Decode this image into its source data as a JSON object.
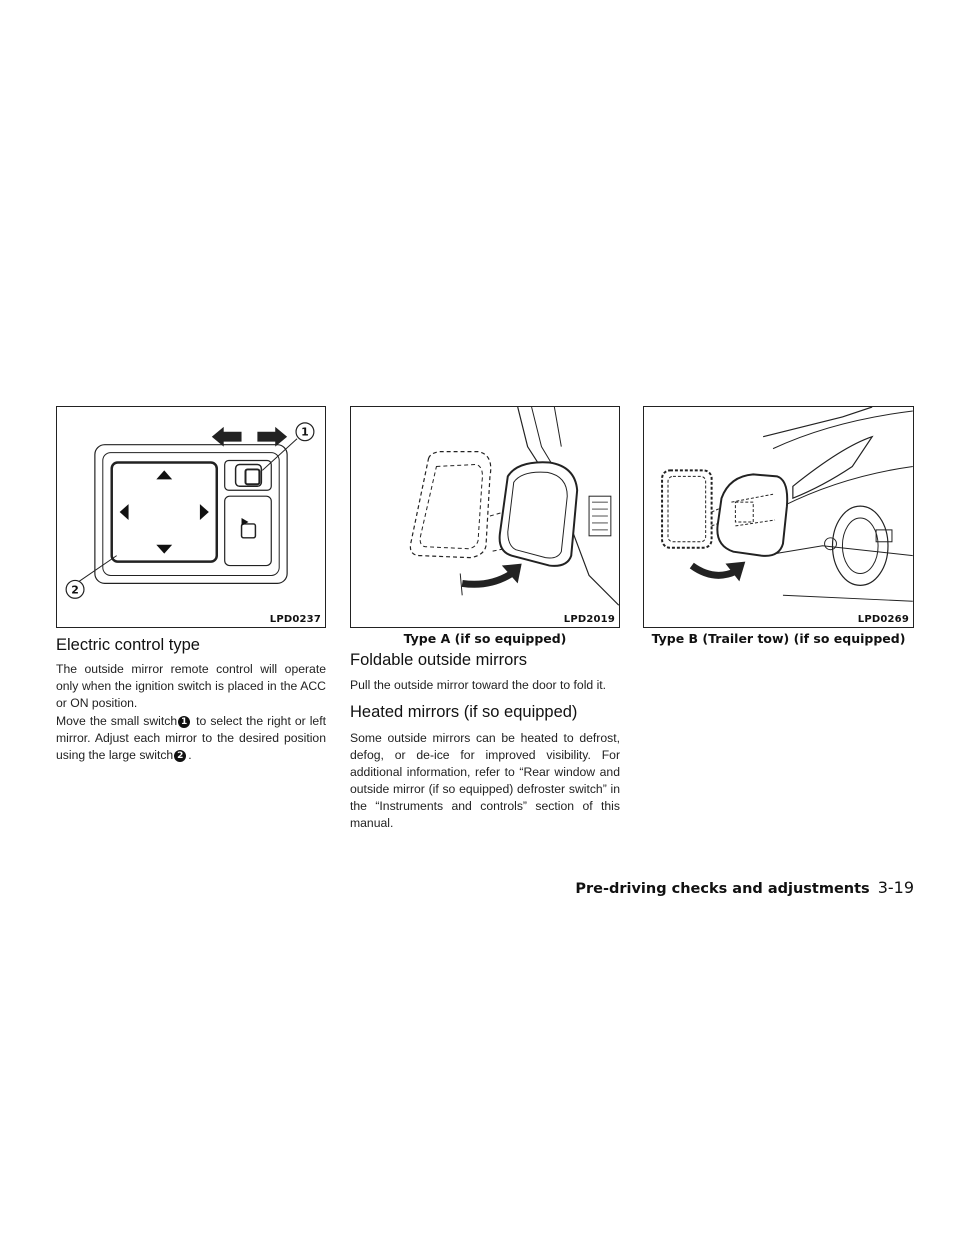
{
  "figures": [
    {
      "code": "LPD0237",
      "caption": "",
      "callouts": [
        "1",
        "2"
      ]
    },
    {
      "code": "LPD2019",
      "caption": "Type A (if so equipped)"
    },
    {
      "code": "LPD0269",
      "caption": "Type B (Trailer tow) (if so equipped)"
    }
  ],
  "sections": {
    "electric": {
      "heading": "Electric control type",
      "para1": "The outside mirror remote control will operate only when the ignition switch is placed in the ACC or ON position.",
      "para2_a": "Move the small switch",
      "para2_marker1": "1",
      "para2_b": " to select the right or left mirror. Adjust each mirror to the desired position using the large switch",
      "para2_marker2": "2",
      "para2_c": "."
    },
    "foldable": {
      "heading": "Foldable outside mirrors",
      "para": "Pull the outside mirror toward the door to fold it."
    },
    "heated": {
      "heading": "Heated mirrors (if so equipped)",
      "para": "Some outside mirrors can be heated to defrost, defog, or de-ice for improved visibility. For additional information, refer to “Rear window and outside mirror (if so equipped) defroster switch” in the “Instruments and controls” section of this manual."
    }
  },
  "footer": {
    "section": "Pre-driving checks and adjustments",
    "page": "3-19"
  }
}
